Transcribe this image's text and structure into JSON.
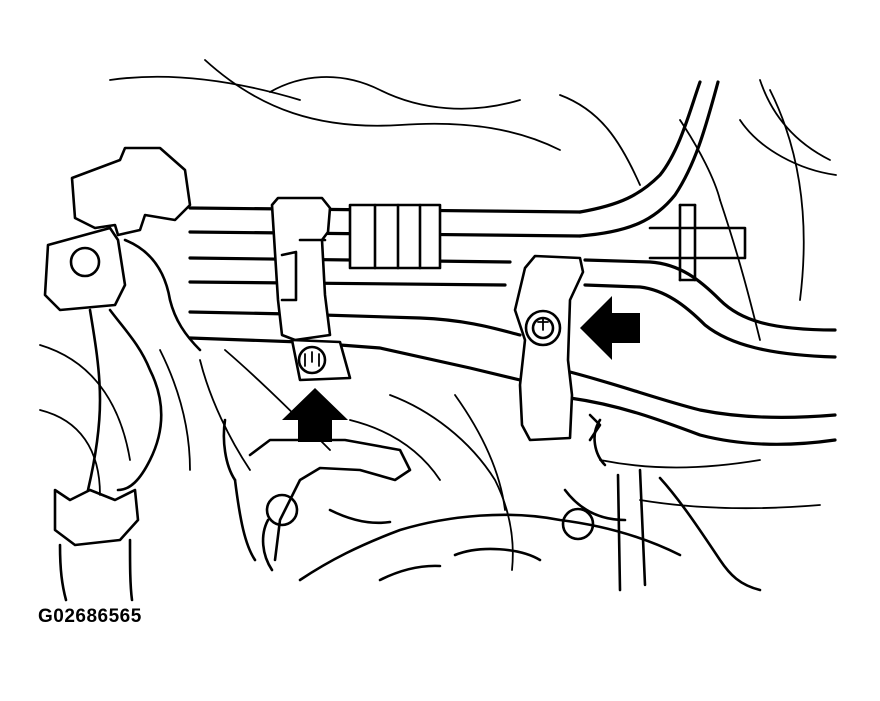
{
  "figure": {
    "id": "G02686565"
  },
  "callouts": [
    {
      "name": "lower-clamp-bolt-arrow",
      "direction": "up"
    },
    {
      "name": "upper-clamp-bolt-arrow",
      "direction": "left"
    }
  ],
  "colors": {
    "line": "#000000",
    "background": "#ffffff"
  }
}
